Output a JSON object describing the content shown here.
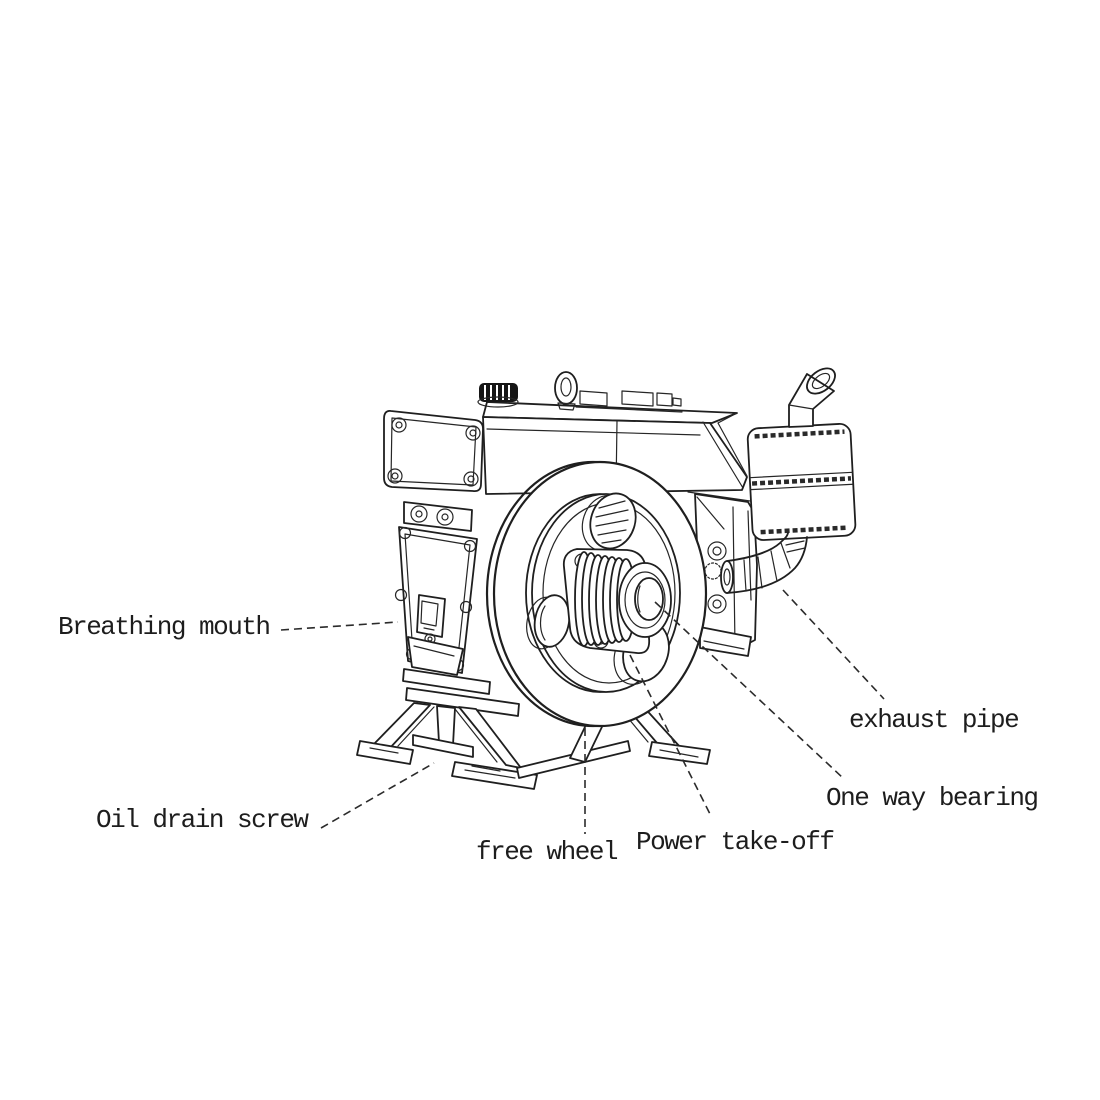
{
  "page": {
    "background_color": "#ffffff",
    "line_color": "#1f1f1f"
  },
  "labels": {
    "breathing_mouth": "Breathing mouth",
    "exhaust_pipe": "exhaust pipe",
    "one_way_bearing": "One way bearing",
    "oil_drain_screw": "Oil drain screw",
    "free_wheel": "free wheel",
    "power_take_off": "Power take-off"
  }
}
